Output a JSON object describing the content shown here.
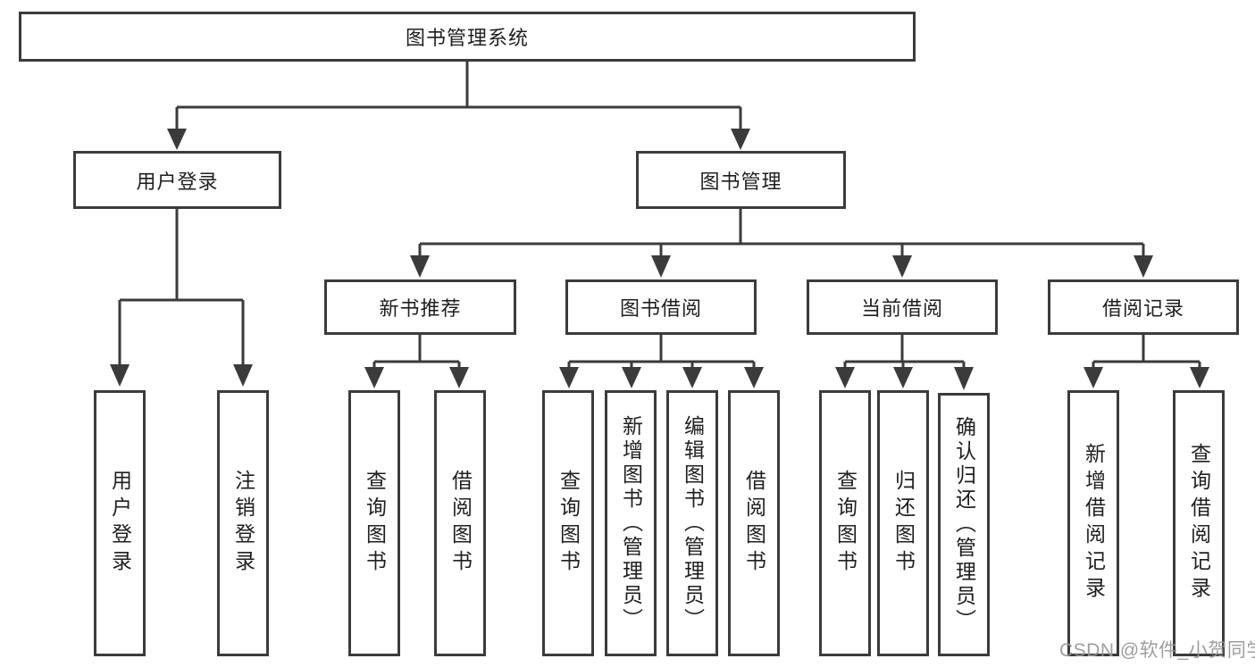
{
  "diagram_title": "图书管理系统",
  "watermark": "CSDN @软件_小贺同学",
  "colors": {
    "line": "#3b3b3b",
    "text": "#1f1f1f",
    "box_bg": "#ffffff",
    "watermark": "#969696"
  },
  "nodes": {
    "root": {
      "label": "图书管理系统",
      "level": 1
    },
    "user_login": {
      "label": "用户登录",
      "level": 2,
      "parent": "root"
    },
    "book_mgmt": {
      "label": "图书管理",
      "level": 2,
      "parent": "root"
    },
    "new_book_rec": {
      "label": "新书推荐",
      "level": 3,
      "parent": "book_mgmt"
    },
    "book_borrow": {
      "label": "图书借阅",
      "level": 3,
      "parent": "book_mgmt"
    },
    "current_borrow": {
      "label": "当前借阅",
      "level": 3,
      "parent": "book_mgmt"
    },
    "borrow_record": {
      "label": "借阅记录",
      "level": 3,
      "parent": "book_mgmt"
    },
    "leaf_user_login": {
      "label": "用户登录",
      "level": 4,
      "parent": "user_login"
    },
    "leaf_logout": {
      "label": "注销登录",
      "level": 4,
      "parent": "user_login"
    },
    "leaf_rec_query": {
      "label": "查询图书",
      "level": 4,
      "parent": "new_book_rec"
    },
    "leaf_rec_borrow": {
      "label": "借阅图书",
      "level": 4,
      "parent": "new_book_rec"
    },
    "leaf_bb_query": {
      "label": "查询图书",
      "level": 4,
      "parent": "book_borrow"
    },
    "leaf_bb_add": {
      "label": "新增图书（管理员）",
      "level": 4,
      "parent": "book_borrow"
    },
    "leaf_bb_edit": {
      "label": "编辑图书（管理员）",
      "level": 4,
      "parent": "book_borrow"
    },
    "leaf_bb_borrow": {
      "label": "借阅图书",
      "level": 4,
      "parent": "book_borrow"
    },
    "leaf_cb_query": {
      "label": "查询图书",
      "level": 4,
      "parent": "current_borrow"
    },
    "leaf_cb_return": {
      "label": "归还图书",
      "level": 4,
      "parent": "current_borrow"
    },
    "leaf_cb_confirm": {
      "label": "确认归还（管理员）",
      "level": 4,
      "parent": "current_borrow"
    },
    "leaf_br_add": {
      "label": "新增借阅记录",
      "level": 4,
      "parent": "borrow_record"
    },
    "leaf_br_query": {
      "label": "查询借阅记录",
      "level": 4,
      "parent": "borrow_record"
    }
  }
}
